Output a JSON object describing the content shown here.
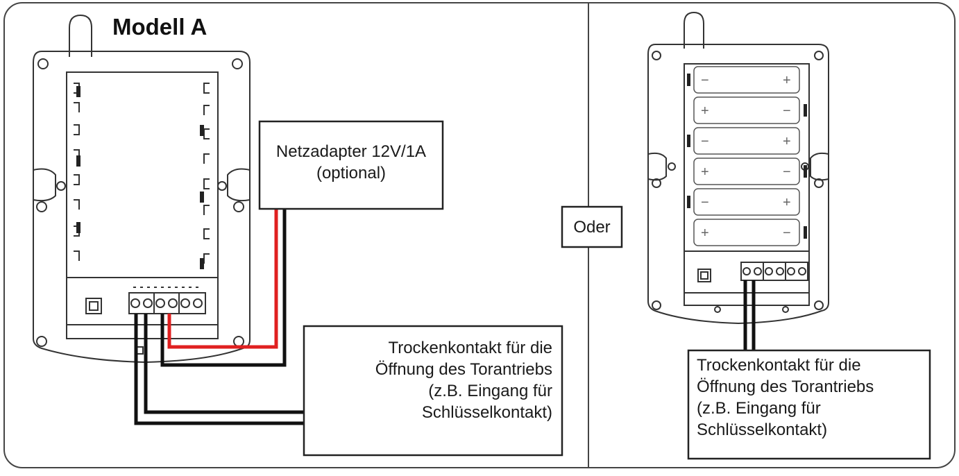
{
  "panel_left": {
    "title": "Modell A",
    "adapter_box": {
      "lines": [
        "Netzadapter 12V/1A",
        "(optional)"
      ]
    },
    "contact_box": {
      "lines": [
        "Trockenkontakt für die",
        "Öffnung des Torantriebs",
        "(z.B. Eingang für",
        "Schlüsselkontakt)"
      ]
    }
  },
  "separator_label": "Oder",
  "panel_right": {
    "contact_box": {
      "lines": [
        "Trockenkontakt für die",
        "Öffnung des Torantriebs",
        "(z.B. Eingang für",
        "Schlüsselkontakt)"
      ]
    }
  },
  "colors": {
    "wire_power": "#e02020",
    "wire_signal": "#111111",
    "outline": "#333333"
  }
}
